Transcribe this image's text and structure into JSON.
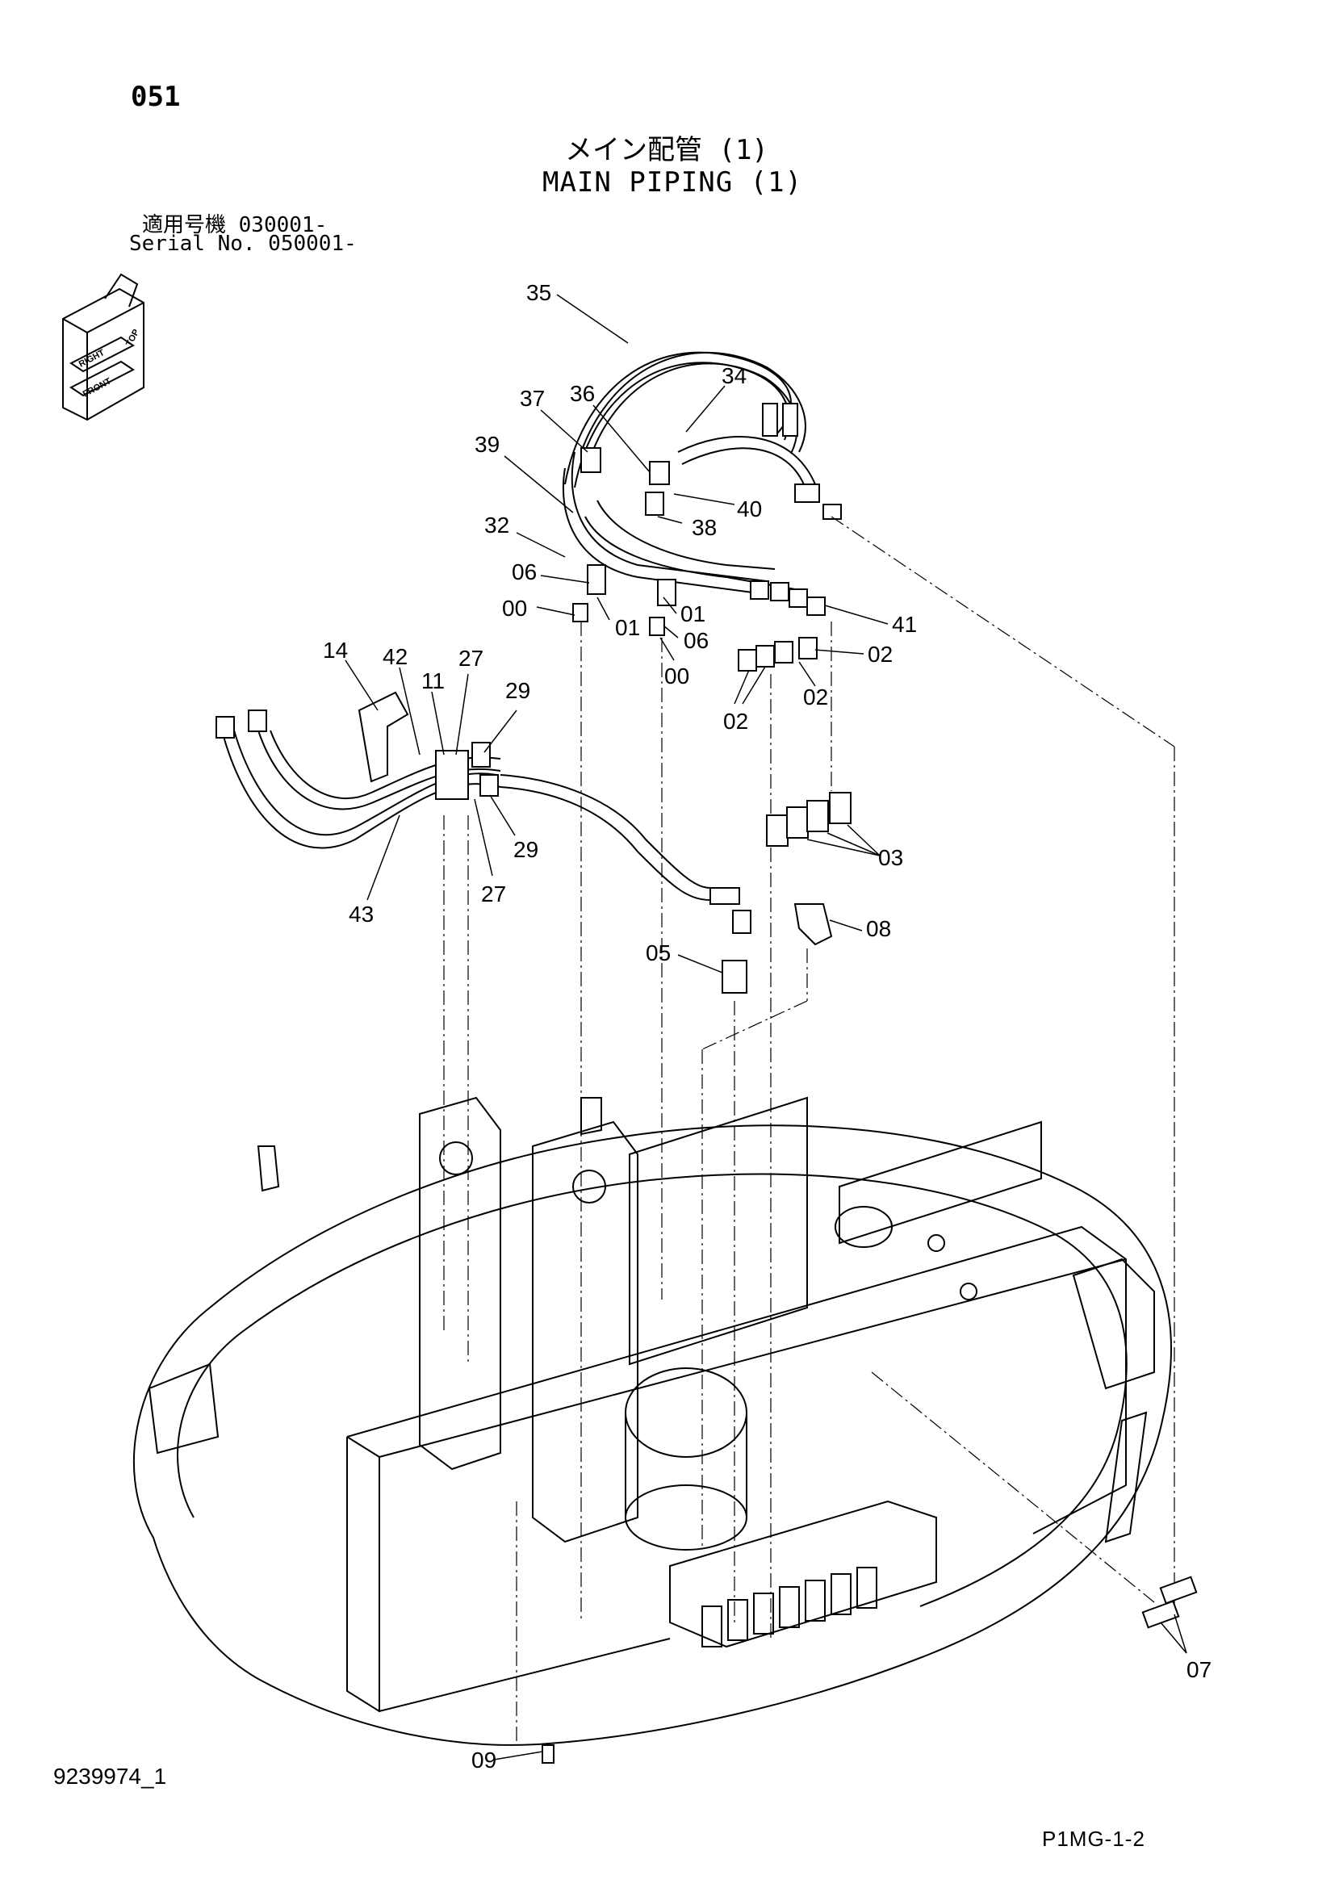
{
  "header": {
    "page_number": "051",
    "title_jp": "メイン配管 (1)",
    "title_en": "MAIN PIPING (1)",
    "serial_jp": "適用号機  030001-",
    "serial_en": "Serial No. 050001-"
  },
  "orientation_marker": {
    "labels": [
      "TOP",
      "RIGHT",
      "FRONT"
    ]
  },
  "callouts": {
    "c35": "35",
    "c34": "34",
    "c37": "37",
    "c36": "36",
    "c39": "39",
    "c40": "40",
    "c38": "38",
    "c32": "32",
    "c06a": "06",
    "c00a": "00",
    "c01a": "01",
    "c01b": "01",
    "c06b": "06",
    "c00b": "00",
    "c41": "41",
    "c02a": "02",
    "c02b": "02",
    "c02c": "02",
    "c14": "14",
    "c42": "42",
    "c11": "11",
    "c27a": "27",
    "c29a": "29",
    "c29b": "29",
    "c27b": "27",
    "c43": "43",
    "c03": "03",
    "c08": "08",
    "c05": "05",
    "c07": "07",
    "c09": "09"
  },
  "footer": {
    "drawing_number": "9239974_1",
    "sheet_code": "P1MG-1-2"
  }
}
